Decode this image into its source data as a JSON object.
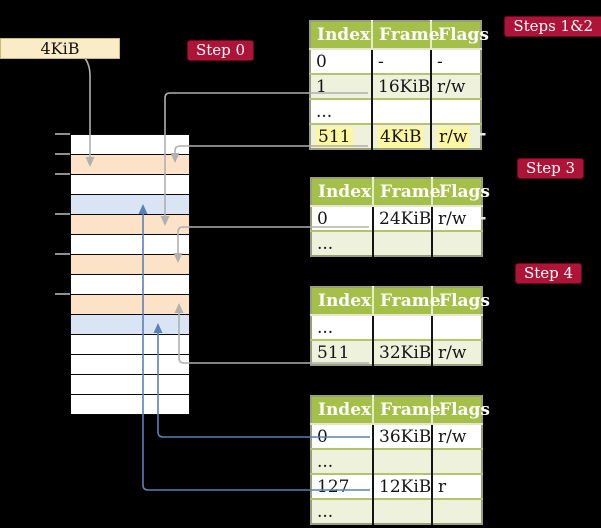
{
  "colors": {
    "background": "#000000",
    "badge_bg": "#ae1338",
    "label_bg": "#fbecc8",
    "label_border": "#c9b87f",
    "header_bg": "#a4c049",
    "row_alt_bg": "#eef2dc",
    "highlight": "#fdf6a2",
    "frame_orange": "#fce3c7",
    "frame_blue": "#d9e5f5",
    "arrow_gray": "#b0b0b0",
    "arrow_blue": "#5b80b8",
    "table_border": "#9a9e79",
    "row_divider": "#b5c468",
    "tick_color": "#8f8f8f"
  },
  "frame_label": {
    "text": "4KiB"
  },
  "badges": {
    "step0": "Step 0",
    "steps12": "Steps 1&2",
    "step3": "Step 3",
    "step4": "Step 4"
  },
  "memory": {
    "rows": [
      "white",
      "orange",
      "white",
      "blue",
      "orange",
      "white",
      "orange",
      "white",
      "orange",
      "blue",
      "white",
      "white",
      "white",
      "white"
    ]
  },
  "tables": [
    {
      "id": "table-1",
      "headers": [
        "Index",
        "Frame",
        "Flags"
      ],
      "rows": [
        {
          "cells": [
            "0",
            "-",
            "-"
          ],
          "shaded": false,
          "highlight": false
        },
        {
          "cells": [
            "1",
            "16KiB",
            "r/w"
          ],
          "shaded": true,
          "highlight": false
        },
        {
          "cells": [
            "...",
            "",
            ""
          ],
          "shaded": false,
          "highlight": false
        },
        {
          "cells": [
            "511",
            "4KiB",
            "r/w"
          ],
          "shaded": true,
          "highlight": true
        }
      ]
    },
    {
      "id": "table-2",
      "headers": [
        "Index",
        "Frame",
        "Flags"
      ],
      "rows": [
        {
          "cells": [
            "0",
            "24KiB",
            "r/w"
          ],
          "shaded": false,
          "highlight": false
        },
        {
          "cells": [
            "...",
            "",
            ""
          ],
          "shaded": true,
          "highlight": false
        }
      ]
    },
    {
      "id": "table-3",
      "headers": [
        "Index",
        "Frame",
        "Flags"
      ],
      "rows": [
        {
          "cells": [
            "...",
            "",
            ""
          ],
          "shaded": false,
          "highlight": false
        },
        {
          "cells": [
            "511",
            "32KiB",
            "r/w"
          ],
          "shaded": true,
          "highlight": false
        }
      ]
    },
    {
      "id": "table-4",
      "headers": [
        "Index",
        "Frame",
        "Flags"
      ],
      "rows": [
        {
          "cells": [
            "0",
            "36KiB",
            "r/w"
          ],
          "shaded": false,
          "highlight": false
        },
        {
          "cells": [
            "...",
            "",
            ""
          ],
          "shaded": true,
          "highlight": false
        },
        {
          "cells": [
            "127",
            "12KiB",
            "r"
          ],
          "shaded": false,
          "highlight": false
        },
        {
          "cells": [
            "...",
            "",
            ""
          ],
          "shaded": true,
          "highlight": false
        }
      ]
    }
  ]
}
